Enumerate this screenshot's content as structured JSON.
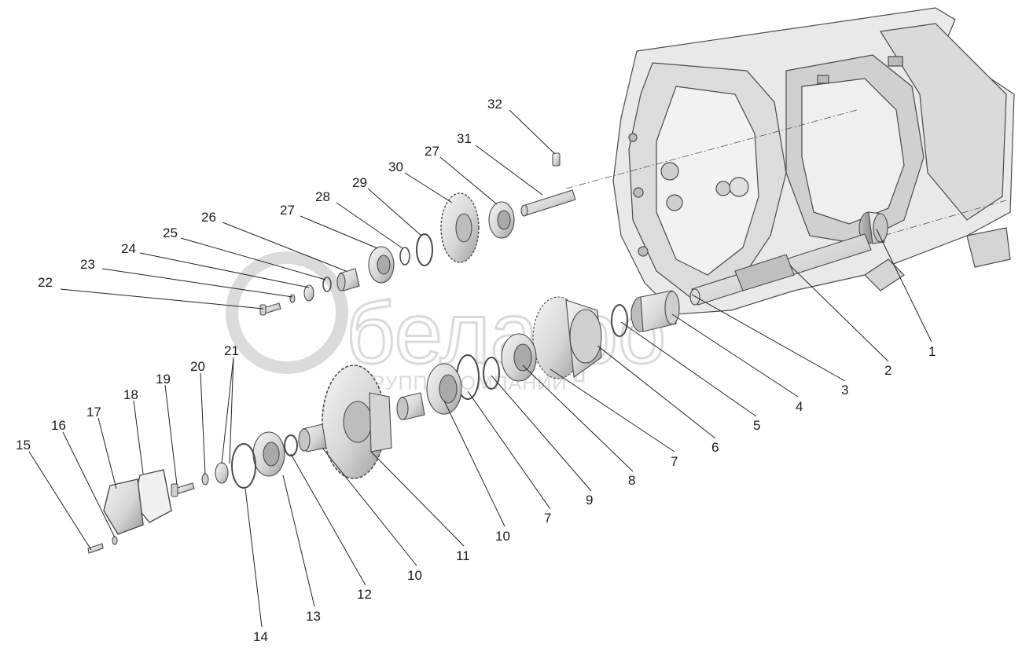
{
  "watermark": {
    "brand": "белагро",
    "tagline": "ГРУППА КОМПАНИЙ"
  },
  "colors": {
    "part_fill": "#e4e4e4",
    "part_stroke": "#4a4a4a",
    "shadow": "#9a9a9a",
    "watermark": "#bdbdbd",
    "background": "#ffffff"
  },
  "callouts": [
    {
      "id": "label-1",
      "text": "1"
    },
    {
      "id": "label-2",
      "text": "2"
    },
    {
      "id": "label-3",
      "text": "3"
    },
    {
      "id": "label-4",
      "text": "4"
    },
    {
      "id": "label-5",
      "text": "5"
    },
    {
      "id": "label-6",
      "text": "6"
    },
    {
      "id": "label-7a",
      "text": "7"
    },
    {
      "id": "label-7b",
      "text": "7"
    },
    {
      "id": "label-8",
      "text": "8"
    },
    {
      "id": "label-9",
      "text": "9"
    },
    {
      "id": "label-10a",
      "text": "10"
    },
    {
      "id": "label-10b",
      "text": "10"
    },
    {
      "id": "label-11",
      "text": "11"
    },
    {
      "id": "label-12",
      "text": "12"
    },
    {
      "id": "label-13",
      "text": "13"
    },
    {
      "id": "label-14",
      "text": "14"
    },
    {
      "id": "label-15",
      "text": "15"
    },
    {
      "id": "label-16",
      "text": "16"
    },
    {
      "id": "label-17",
      "text": "17"
    },
    {
      "id": "label-18",
      "text": "18"
    },
    {
      "id": "label-19",
      "text": "19"
    },
    {
      "id": "label-20",
      "text": "20"
    },
    {
      "id": "label-21",
      "text": "21"
    },
    {
      "id": "label-22",
      "text": "22"
    },
    {
      "id": "label-23",
      "text": "23"
    },
    {
      "id": "label-24",
      "text": "24"
    },
    {
      "id": "label-25",
      "text": "25"
    },
    {
      "id": "label-26",
      "text": "26"
    },
    {
      "id": "label-27a",
      "text": "27"
    },
    {
      "id": "label-27b",
      "text": "27"
    },
    {
      "id": "label-28",
      "text": "28"
    },
    {
      "id": "label-29",
      "text": "29"
    },
    {
      "id": "label-30",
      "text": "30"
    },
    {
      "id": "label-31",
      "text": "31"
    },
    {
      "id": "label-32",
      "text": "32"
    }
  ]
}
